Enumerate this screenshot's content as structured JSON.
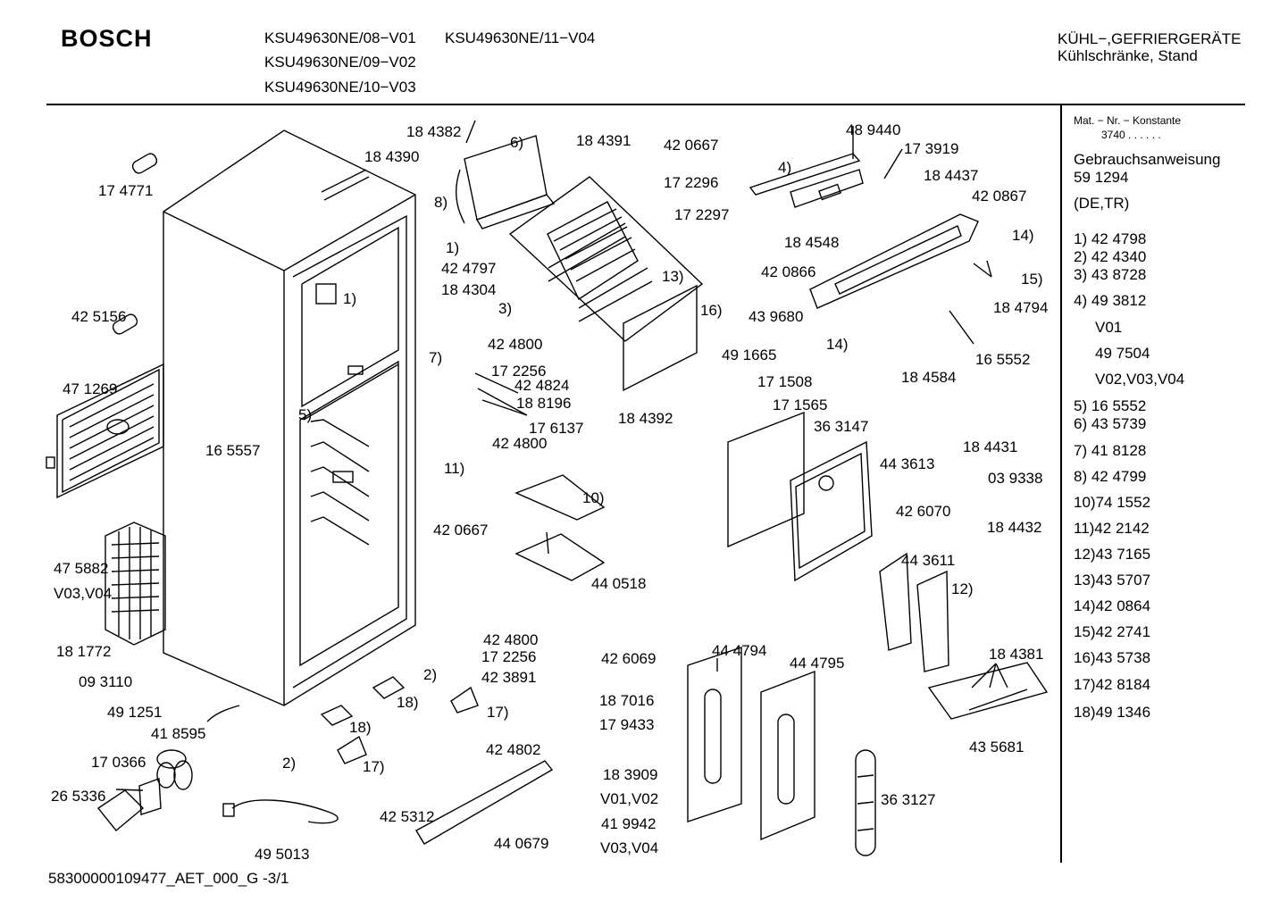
{
  "header": {
    "brand": "BOSCH",
    "models": [
      "KSU49630NE/08−V01",
      "KSU49630NE/11−V04",
      "KSU49630NE/09−V02",
      "KSU49630NE/10−V03"
    ],
    "category_line1": "KÜHL−,GEFRIERGERÄTE",
    "category_line2": "Kühlschränke, Stand"
  },
  "sidebar": {
    "mat_heading": "Mat. − Nr. − Konstante",
    "mat_value": "3740 .  .  .  .  .  .",
    "manual_title": "Gebrauchsanweisung",
    "manual_number": "59 1294",
    "manual_lang": "(DE,TR)",
    "entries": [
      "1)  42 4798",
      "2)  42 4340",
      "3)  43 8728",
      "4)  49 3812",
      "V01",
      "49 7504",
      "V02,V03,V04",
      "5)  16 5552",
      "6)  43 5739",
      "7)  41 8128",
      "8)  42 4799",
      "10)74 1552",
      "11)42 2142",
      "12)43 7165",
      "13)43 5707",
      "14)42 0864",
      "15)42 2741",
      "16)43 5738",
      "17)42 8184",
      "18)49 1346"
    ]
  },
  "parts": [
    "18 4382",
    "6)",
    "18 4391",
    "42 0667",
    "48 9440",
    "17 3919",
    "18 4390",
    "4)",
    "18 4437",
    "17 4771",
    "8)",
    "17 2296",
    "42 0867",
    "17 2297",
    "1)",
    "42 4797",
    "18 4548",
    "13)",
    "14)",
    "18 4304",
    "42 0866",
    "15)",
    "3)",
    "16)",
    "18 4794",
    "42 5156",
    "43 9680",
    "1)",
    "42 4800",
    "49 1665",
    "14)",
    "16 5552",
    "7)",
    "17 2256",
    "18 4584",
    "47 1269",
    "42 4824",
    "17 1508",
    "18 8196",
    "18 4392",
    "17 1565",
    "5)",
    "17 6137",
    "36 3147",
    "16 5557",
    "42 4800",
    "18 4431",
    "44 3613",
    "11)",
    "03 9338",
    "10)",
    "42 6070",
    "18 4432",
    "42 0667",
    "44 3611",
    "47 5882",
    "12)",
    "V03,V04",
    "44 0518",
    "42 4800",
    "18 1772",
    "17 2256",
    "44 4794",
    "42 6069",
    "44 4795",
    "2)",
    "42 3891",
    "18 4381",
    "09 3110",
    "18)",
    "17)",
    "49 1251",
    "18 7016",
    "41 8595",
    "18)",
    "17 9433",
    "42 4802",
    "43 5681",
    "17 0366",
    "2)",
    "17)",
    "18 3909",
    "26 5336",
    "V01,V02",
    "36 3127",
    "41 9942",
    "42 5312",
    "44 0679",
    "V03,V04",
    "49 5013"
  ],
  "footer": "58300000109477_AET_000_G  -3/1"
}
